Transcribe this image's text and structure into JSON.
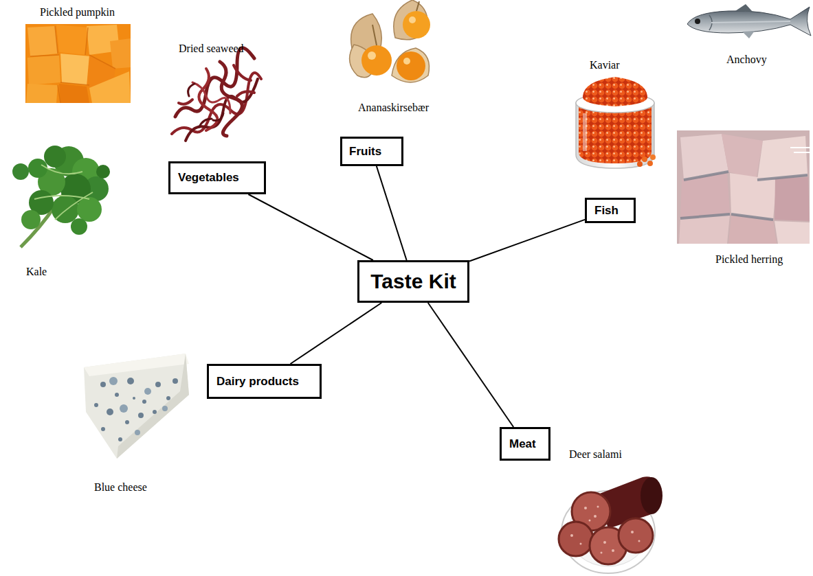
{
  "diagram": {
    "nodes": [
      {
        "text": [
          "Fruits"
        ]
      },
      {
        "text": [
          "Vegetables"
        ]
      },
      {
        "text": [
          "Fish"
        ]
      },
      {
        "text": [
          "Taste Kit"
        ]
      },
      {
        "text": [
          "Dairy products"
        ]
      },
      {
        "text": [
          "Meat"
        ]
      }
    ],
    "edges": [
      {
        "from": 3,
        "to": 0,
        "arrow": "none"
      },
      {
        "from": 3,
        "to": 1,
        "arrow": "none"
      },
      {
        "from": 3,
        "to": 2,
        "arrow": "none"
      },
      {
        "from": 3,
        "to": 4,
        "arrow": "none"
      },
      {
        "from": 3,
        "to": 5,
        "arrow": "none"
      }
    ],
    "labels": [
      "Pickled pumpkin",
      "Dried seaweed",
      "Anchovy",
      "Kaviar",
      "Ananaskirsebær",
      "Pickled herring",
      "Kale",
      "Deer salami",
      "Blue cheese"
    ]
  }
}
